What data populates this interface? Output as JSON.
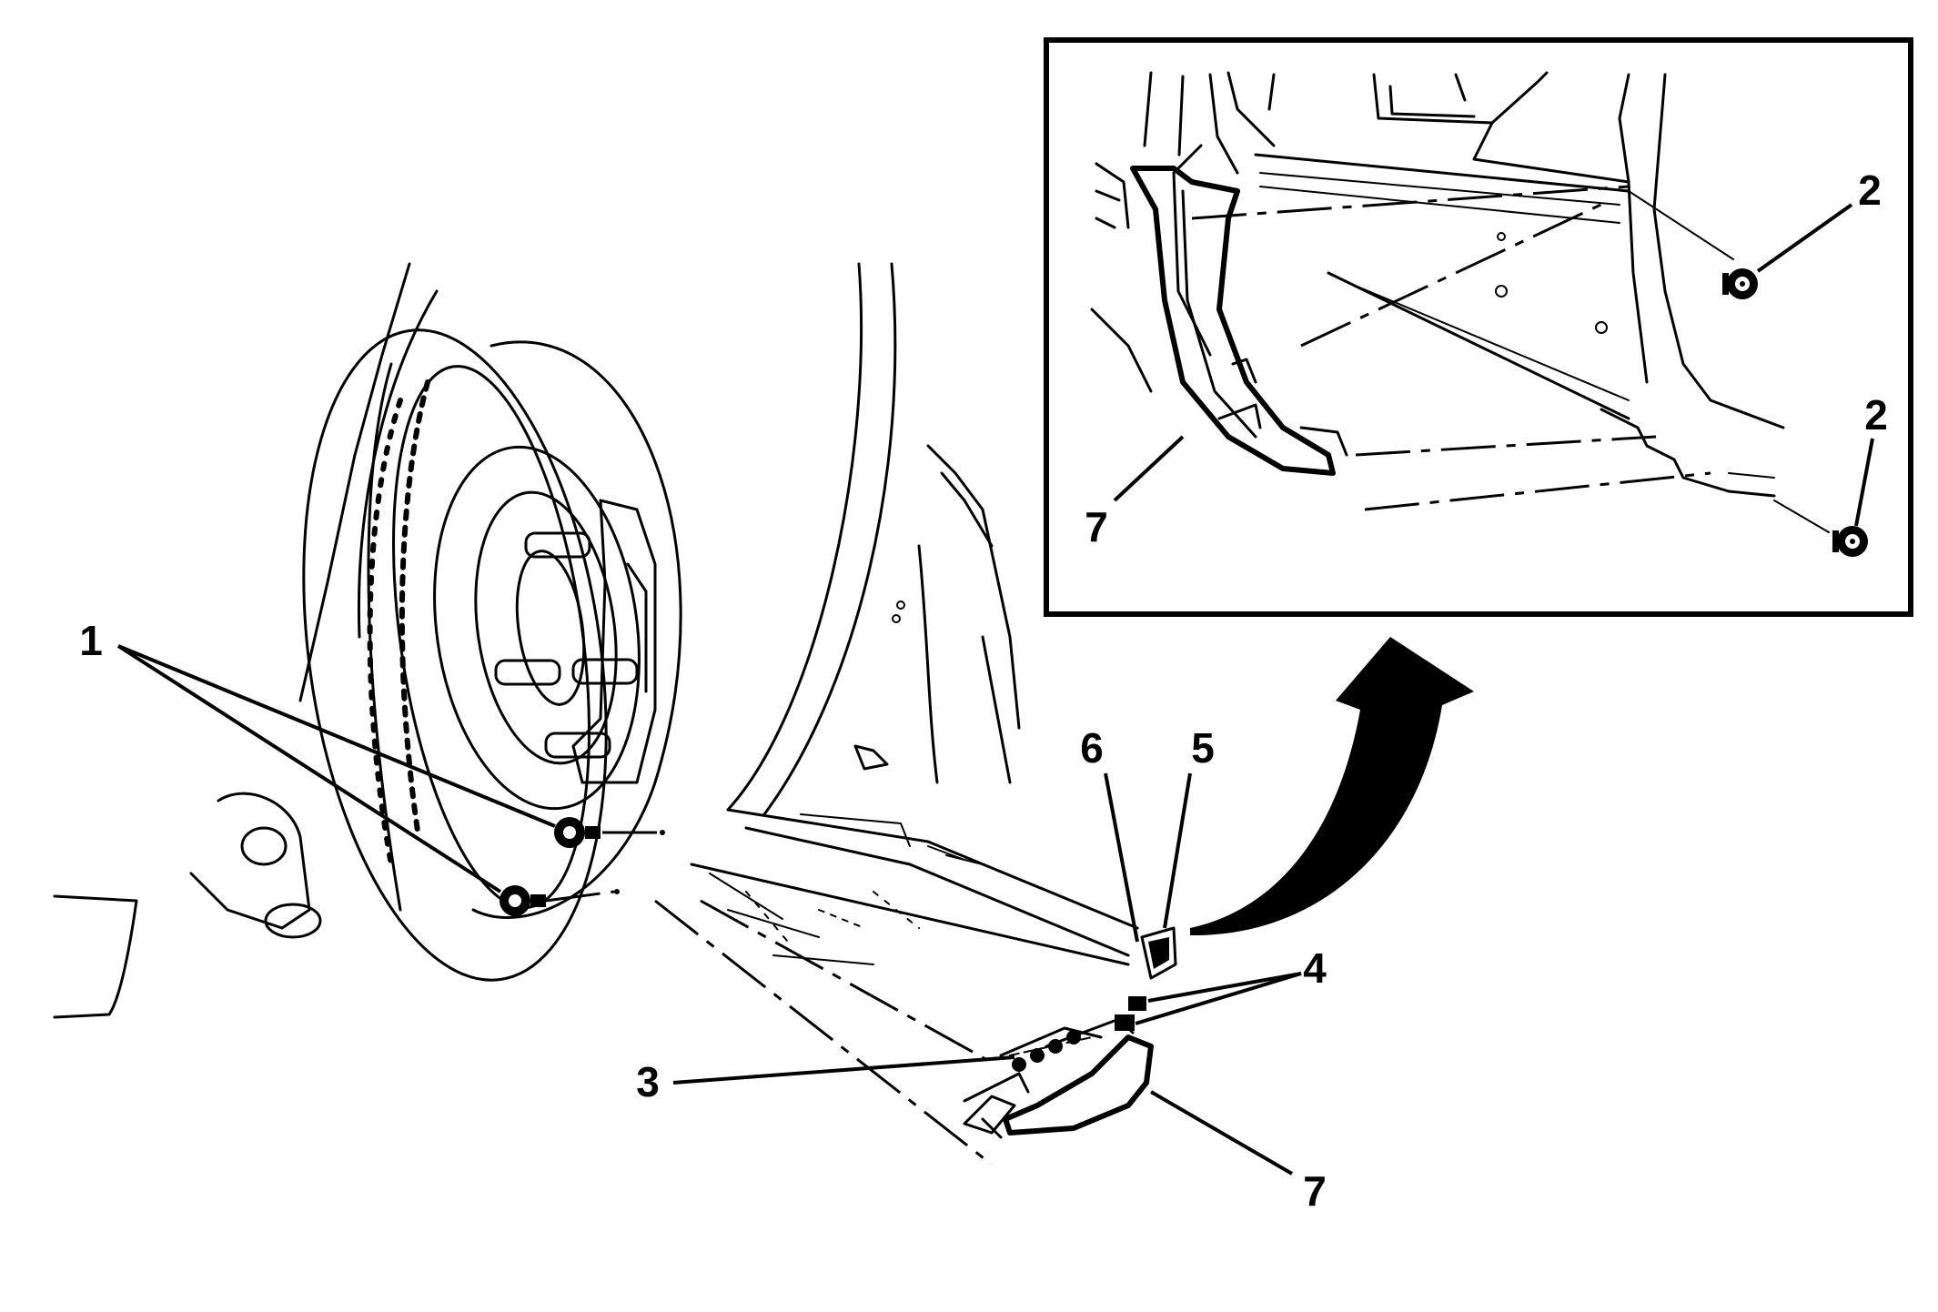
{
  "callouts": {
    "c1": "1",
    "c2a": "2",
    "c2b": "2",
    "c3": "3",
    "c4": "4",
    "c5": "5",
    "c6": "6",
    "c7a": "7",
    "c7b": "7"
  },
  "colors": {
    "line": "#000000",
    "background": "#ffffff"
  }
}
